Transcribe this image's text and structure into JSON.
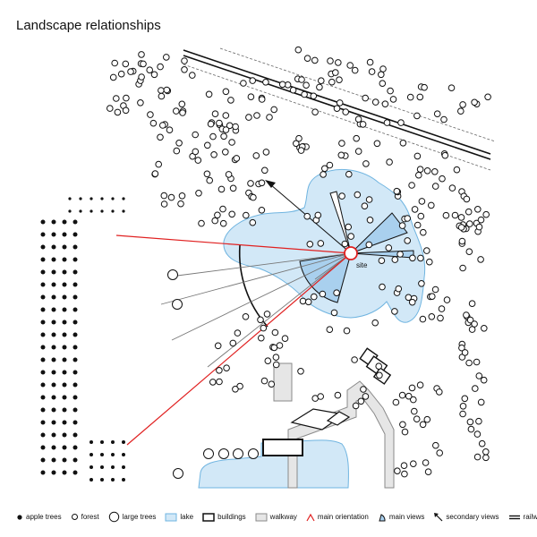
{
  "title": "Landscape relationships",
  "site_label": "site",
  "legend": [
    {
      "key": "apple-trees",
      "label": "apple trees"
    },
    {
      "key": "forest",
      "label": "forest"
    },
    {
      "key": "large-trees",
      "label": "large trees"
    },
    {
      "key": "lake",
      "label": "lake"
    },
    {
      "key": "buildings",
      "label": "buildings"
    },
    {
      "key": "walkway",
      "label": "walkway"
    },
    {
      "key": "main-orientation",
      "label": "main orientation"
    },
    {
      "key": "main-views",
      "label": "main views"
    },
    {
      "key": "secondary-views",
      "label": "secondary views"
    },
    {
      "key": "railway",
      "label": "railway"
    }
  ],
  "colors": {
    "lake_fill": "#d2e8f7",
    "lake_stroke": "#6fb4e0",
    "view_fill": "#a9d0ee",
    "main_orientation": "#e02020",
    "walkway_fill": "#e6e6e6",
    "walkway_stroke": "#8a8a8a",
    "ink": "#111111",
    "ray": "#777777"
  }
}
